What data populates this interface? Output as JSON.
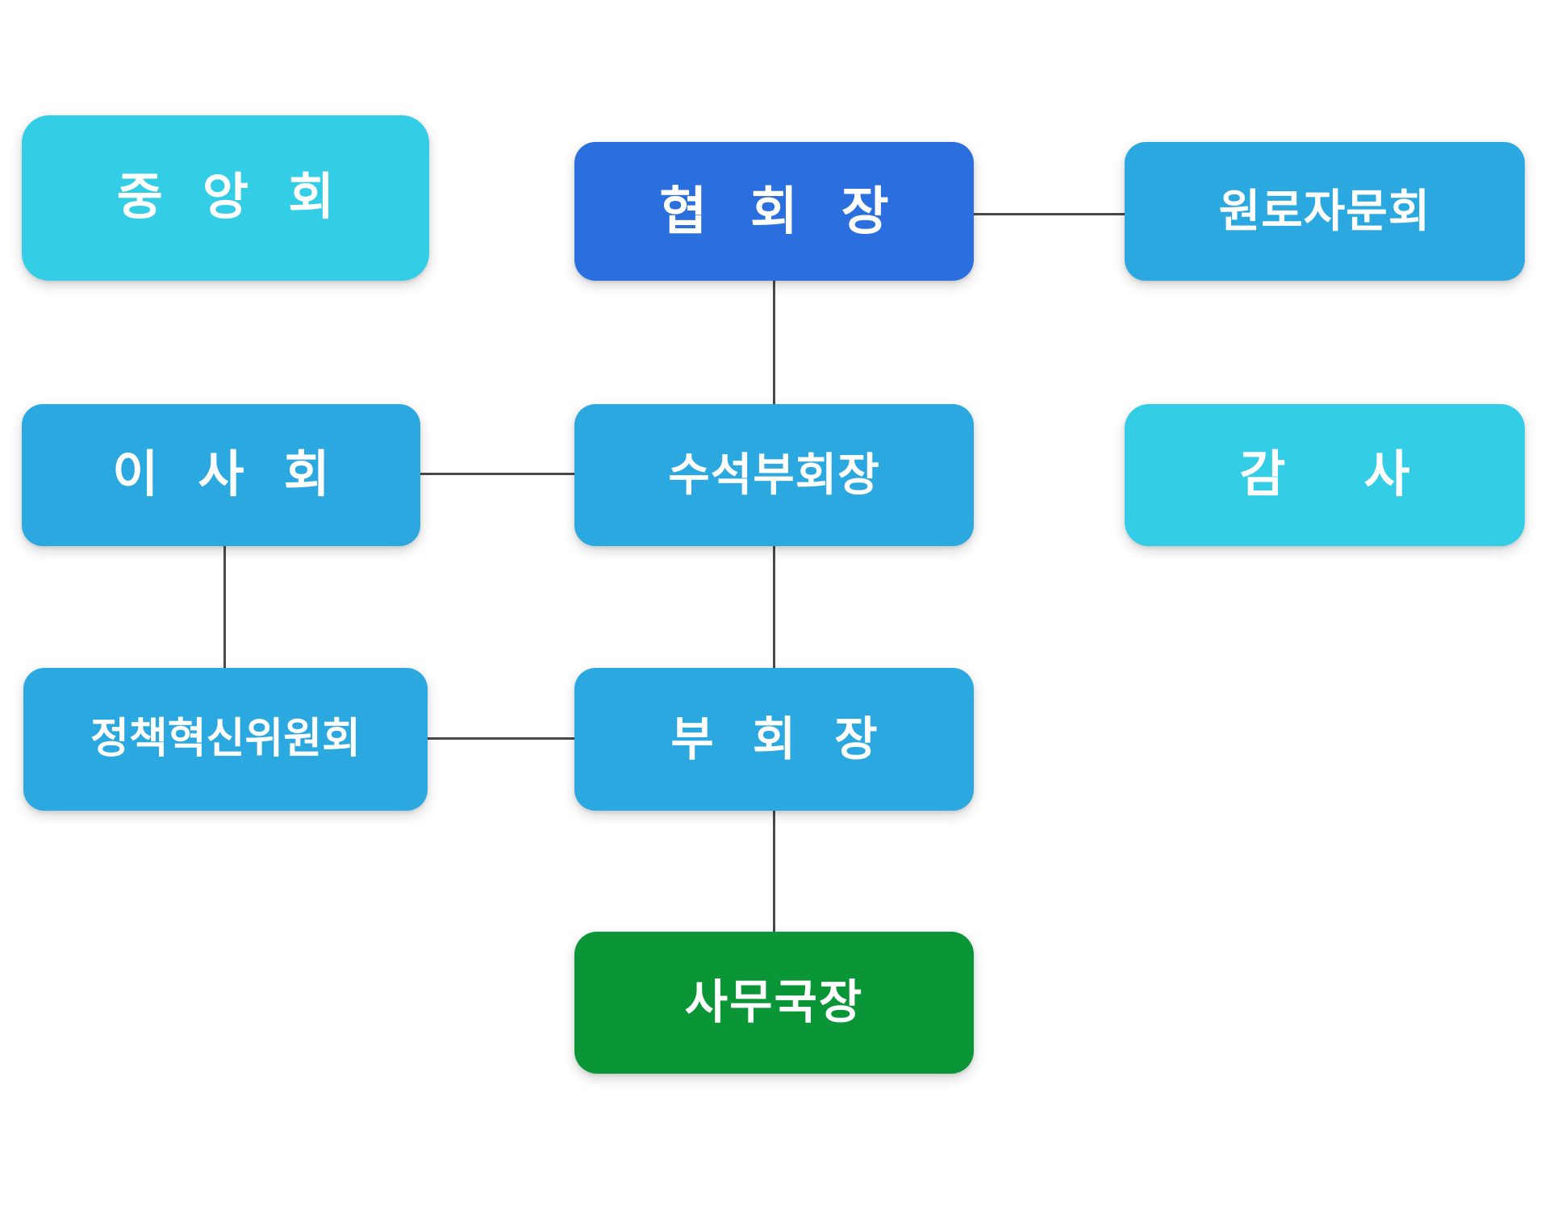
{
  "chart": {
    "type": "org-chart",
    "title": "",
    "background_color": "#ffffff",
    "line_color": "#4a4a4a",
    "palette": {
      "cyan": "#33CDE5",
      "blue": "#2BA8E0",
      "navy": "#2B6FDE",
      "green": "#0A9637",
      "text": "#ffffff"
    }
  },
  "nodes": [
    {
      "id": "central",
      "label": "중 앙 회",
      "color": "#33CDE5",
      "row": 1,
      "column": "left"
    },
    {
      "id": "president",
      "label": "협 회 장",
      "color": "#2B6FDE",
      "row": 1,
      "column": "center"
    },
    {
      "id": "elders",
      "label": "원로자문회",
      "color": "#2BA8E0",
      "row": 1,
      "column": "right"
    },
    {
      "id": "board",
      "label": "이 사 회",
      "color": "#2BA8E0",
      "row": 2,
      "column": "left"
    },
    {
      "id": "senior_vice_president",
      "label": "수석부회장",
      "color": "#2BA8E0",
      "row": 2,
      "column": "center"
    },
    {
      "id": "auditor",
      "label": "감 사",
      "color": "#33CDE5",
      "row": 2,
      "column": "right"
    },
    {
      "id": "policy_committee",
      "label": "정책혁신위원회",
      "color": "#2BA8E0",
      "row": 3,
      "column": "left"
    },
    {
      "id": "vice_president",
      "label": "부 회 장",
      "color": "#2BA8E0",
      "row": 3,
      "column": "center"
    },
    {
      "id": "secretary_general",
      "label": "사무국장",
      "color": "#0A9637",
      "row": 4,
      "column": "center"
    }
  ],
  "connections": [
    {
      "id": "pres-elders",
      "from": "president",
      "to": "elders",
      "orientation": "horizontal"
    },
    {
      "id": "pres-down",
      "from": "president",
      "to": "senior_vice_president",
      "orientation": "vertical"
    },
    {
      "id": "board-svp",
      "from": "board",
      "to": "senior_vice_president",
      "orientation": "horizontal"
    },
    {
      "id": "board-down",
      "from": "board",
      "to": "policy_committee",
      "orientation": "vertical"
    },
    {
      "id": "svp-down",
      "from": "senior_vice_president",
      "to": "vice_president",
      "orientation": "vertical"
    },
    {
      "id": "policy-vp",
      "from": "policy_committee",
      "to": "vice_president",
      "orientation": "horizontal"
    },
    {
      "id": "vp-down",
      "from": "vice_president",
      "to": "secretary_general",
      "orientation": "vertical"
    }
  ]
}
